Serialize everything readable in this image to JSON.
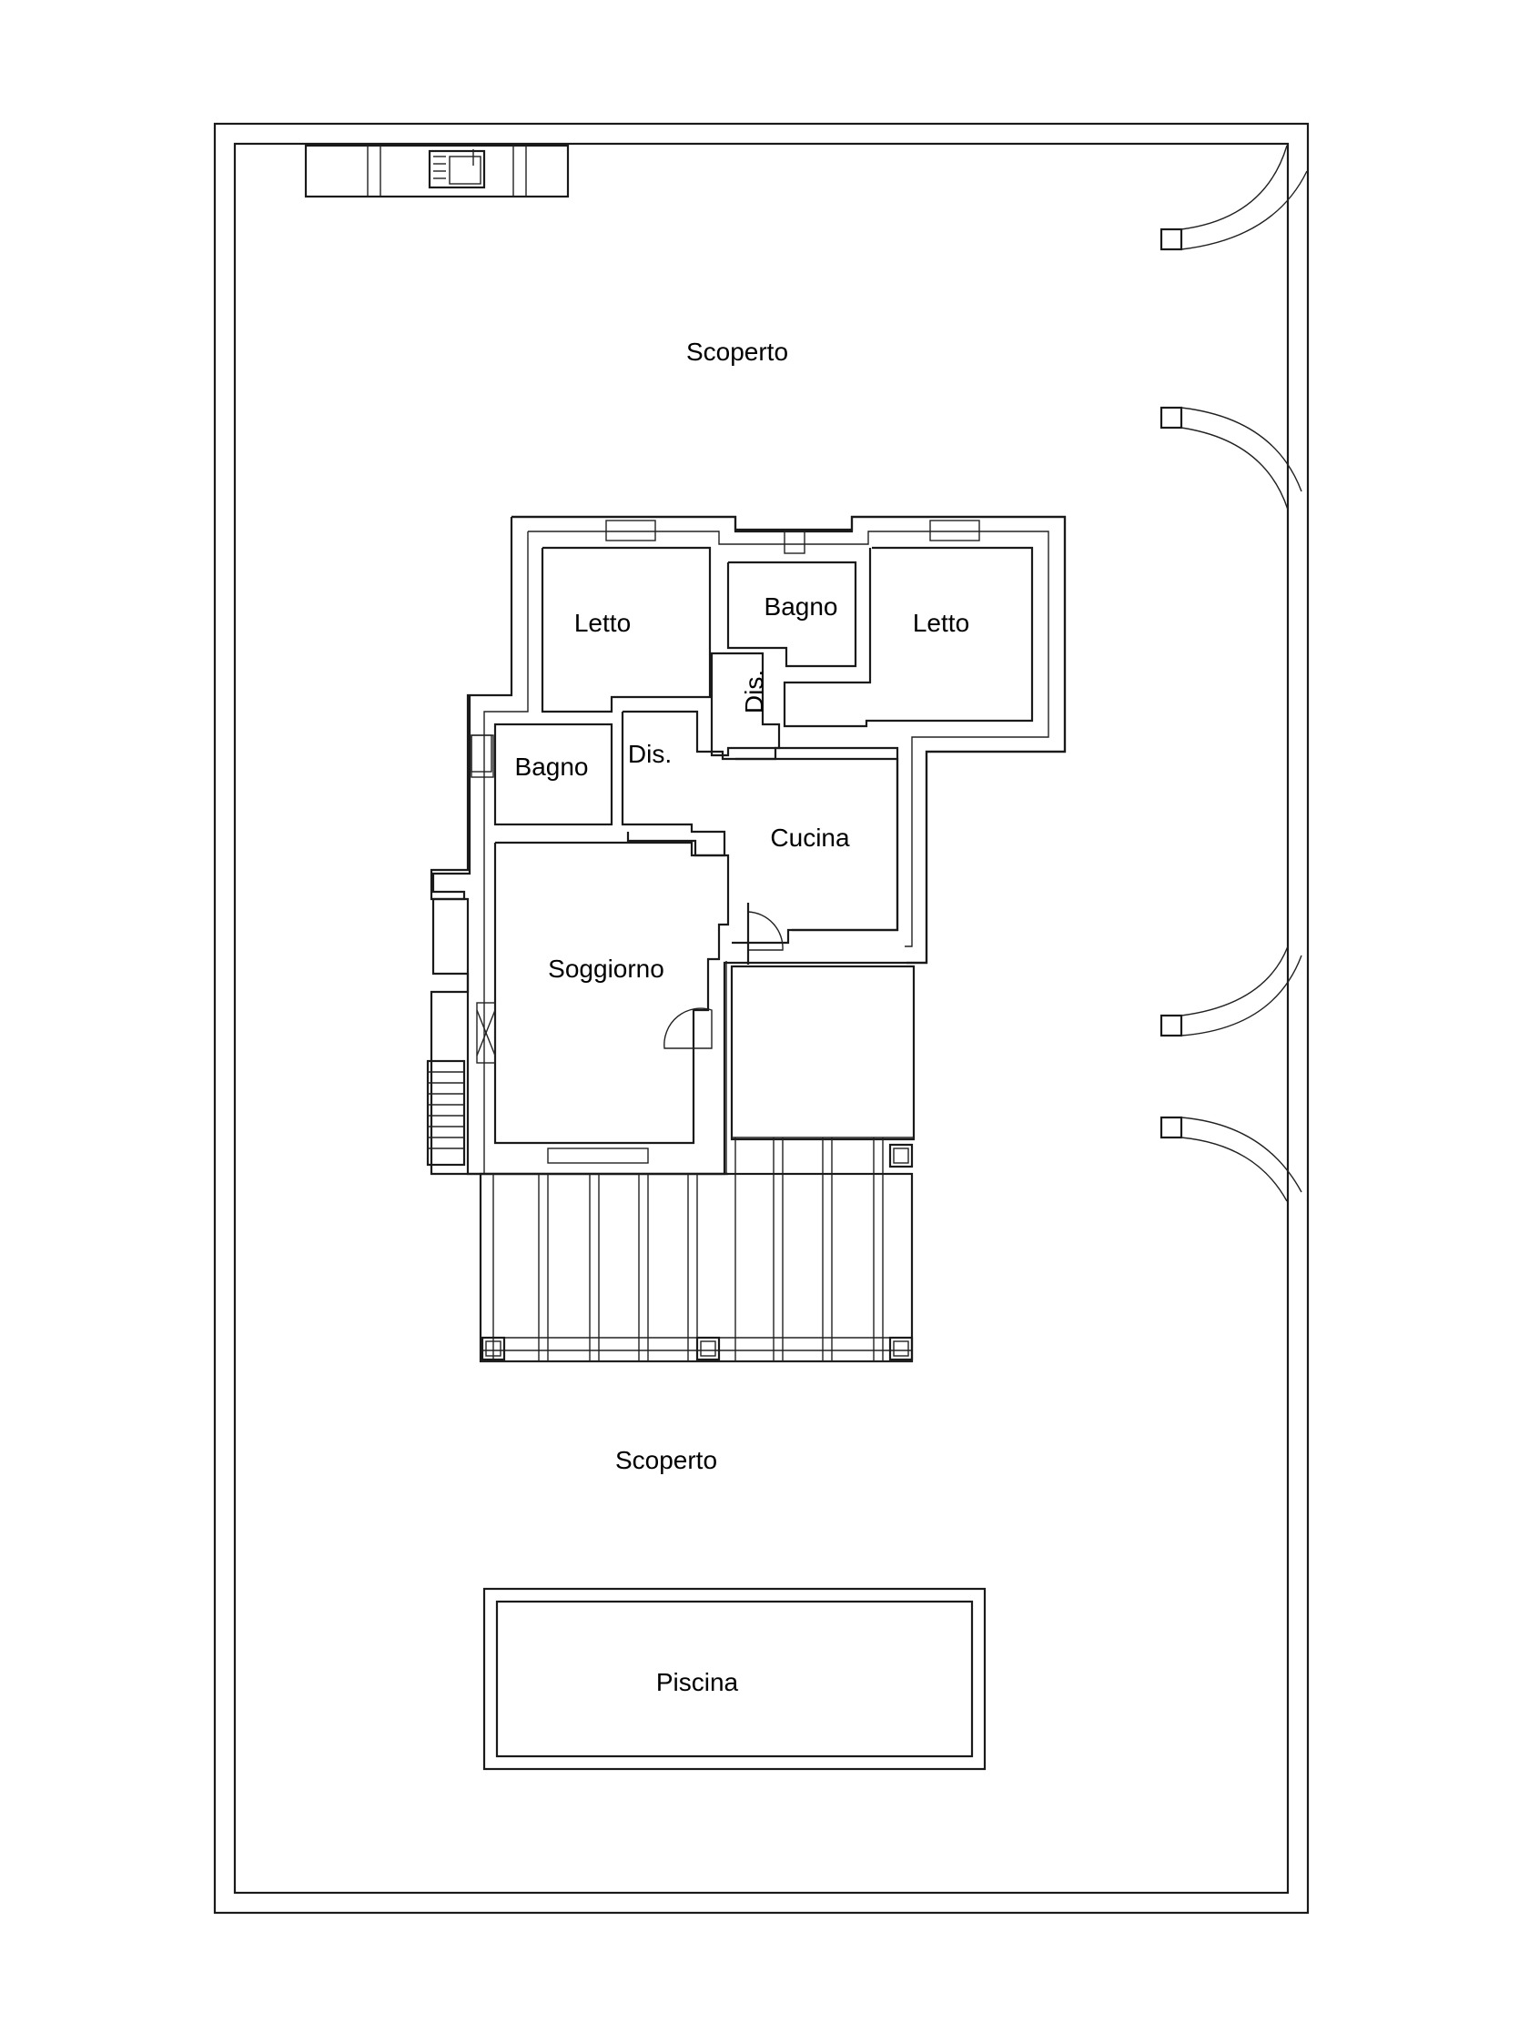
{
  "labels": {
    "outdoor_top": "Scoperto",
    "outdoor_bottom": "Scoperto",
    "pool": "Piscina",
    "bedroom_left": "Letto",
    "bedroom_right": "Letto",
    "bathroom_top": "Bagno",
    "bathroom_left": "Bagno",
    "hallway_left": "Dis.",
    "hallway_vertical": "Dis.",
    "kitchen": "Cucina",
    "living_room": "Soggiorno"
  }
}
